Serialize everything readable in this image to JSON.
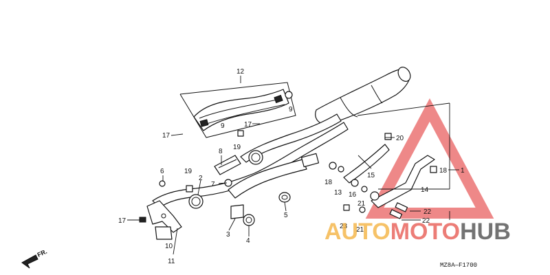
{
  "callouts": [
    {
      "id": "c12",
      "text": "12"
    },
    {
      "id": "c9a",
      "text": "9"
    },
    {
      "id": "c9b",
      "text": "9"
    },
    {
      "id": "c17a",
      "text": "17"
    },
    {
      "id": "c17b",
      "text": "17"
    },
    {
      "id": "c17c",
      "text": "17"
    },
    {
      "id": "c19a",
      "text": "19"
    },
    {
      "id": "c19b",
      "text": "19"
    },
    {
      "id": "c8",
      "text": "8"
    },
    {
      "id": "c7",
      "text": "7"
    },
    {
      "id": "c6",
      "text": "6"
    },
    {
      "id": "c2",
      "text": "2"
    },
    {
      "id": "c3",
      "text": "3"
    },
    {
      "id": "c4",
      "text": "4"
    },
    {
      "id": "c5",
      "text": "5"
    },
    {
      "id": "c10",
      "text": "10"
    },
    {
      "id": "c11",
      "text": "11"
    },
    {
      "id": "c18a",
      "text": "18"
    },
    {
      "id": "c18b",
      "text": "18"
    },
    {
      "id": "c13",
      "text": "13"
    },
    {
      "id": "c16",
      "text": "16"
    },
    {
      "id": "c15",
      "text": "15"
    },
    {
      "id": "c20",
      "text": "20"
    },
    {
      "id": "c1",
      "text": "1"
    },
    {
      "id": "c14",
      "text": "14"
    },
    {
      "id": "c21a",
      "text": "21"
    },
    {
      "id": "c21b",
      "text": "21"
    },
    {
      "id": "c23",
      "text": "23"
    },
    {
      "id": "c22a",
      "text": "22"
    },
    {
      "id": "c22b",
      "text": "22"
    }
  ],
  "front_marker": "FR.",
  "diagram_code": "MZ8A—F1700",
  "watermark": {
    "parts": [
      {
        "text": "AUTO",
        "color": "#f5b547"
      },
      {
        "text": "MOTO",
        "color": "#e8615a"
      },
      {
        "text": "HUB",
        "color": "#555555"
      }
    ]
  }
}
